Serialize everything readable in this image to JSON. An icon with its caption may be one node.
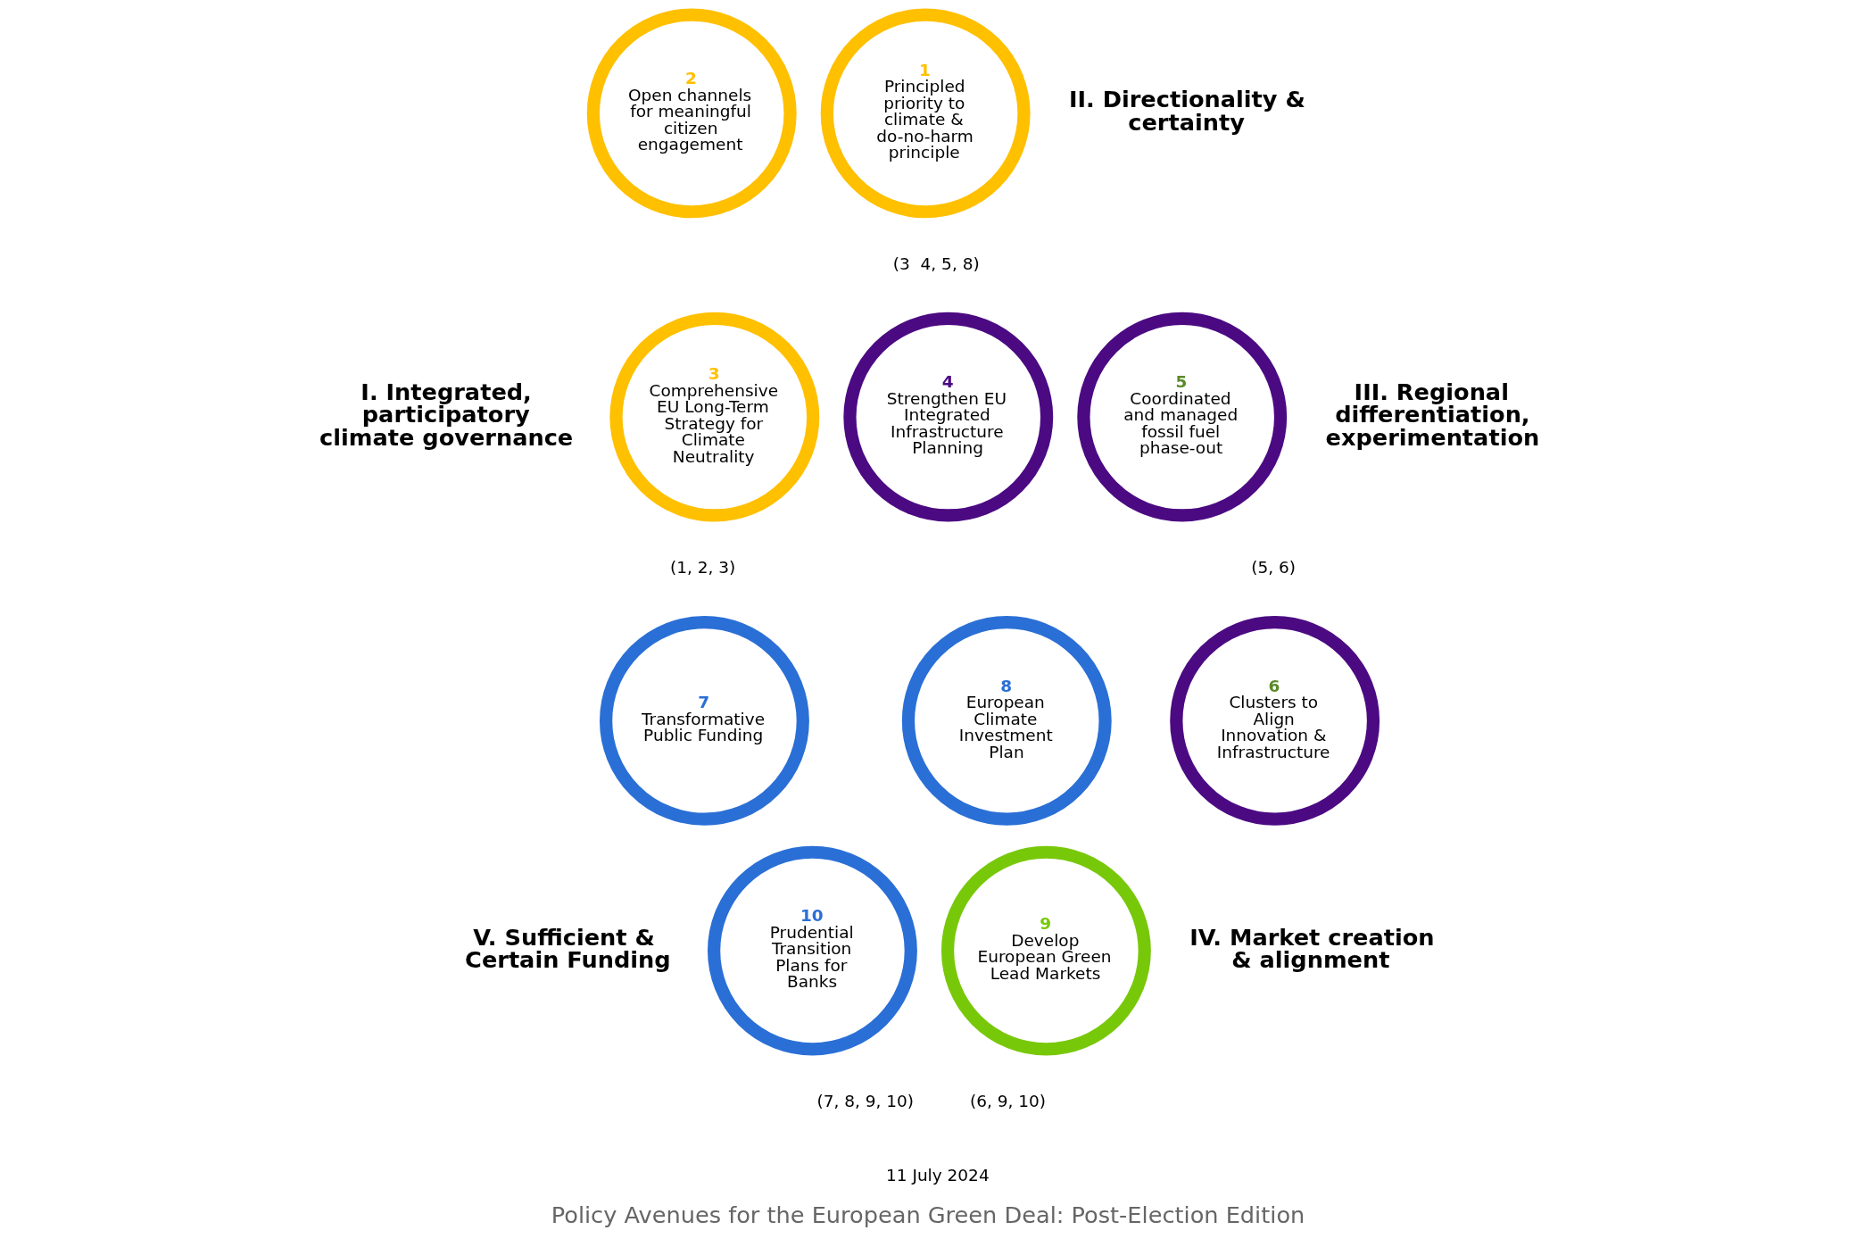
{
  "diagram": {
    "caption": "Policy Avenues for the European Green Deal: Post-Election Edition",
    "nodes": [
      {
        "text": [
          "1",
          "Principled priority to climate & do-no-harm principle"
        ]
      },
      {
        "text": [
          "2",
          "Open channels for meaningful citizen engagement"
        ]
      },
      {
        "text": [
          "3",
          "Comprehensive EU Long-Term Strategy for Climate Neutrality"
        ]
      },
      {
        "text": [
          "4",
          "Strengthen EU Integrated Infrastructure Planning"
        ]
      },
      {
        "text": [
          "5",
          "Coordinated and managed fossil fuel phase-out"
        ]
      },
      {
        "text": [
          "6",
          "Clusters to Align Innovation & Infrastructure"
        ]
      },
      {
        "text": [
          "7",
          "Transformative Public Funding"
        ]
      },
      {
        "text": [
          "8",
          "European Climate Investment Plan"
        ]
      },
      {
        "text": [
          "9",
          "Develop European Green Lead Markets"
        ]
      },
      {
        "text": [
          "10",
          "Prudential Transition Plans for Banks"
        ]
      }
    ],
    "edges": [],
    "labels": [
      "II. Directionality & certainty",
      "(3  4, 5, 8)",
      "I. Integrated, participatory climate governance",
      "(1, 2, 3)",
      "III. Regional differentiation, experimentation",
      "(5, 6)",
      "IV. Market creation & alignment",
      "(6, 9, 10)",
      "V. Sufficient &  Certain Funding",
      "(7, 8, 9, 10)",
      "11 July 2024"
    ]
  }
}
